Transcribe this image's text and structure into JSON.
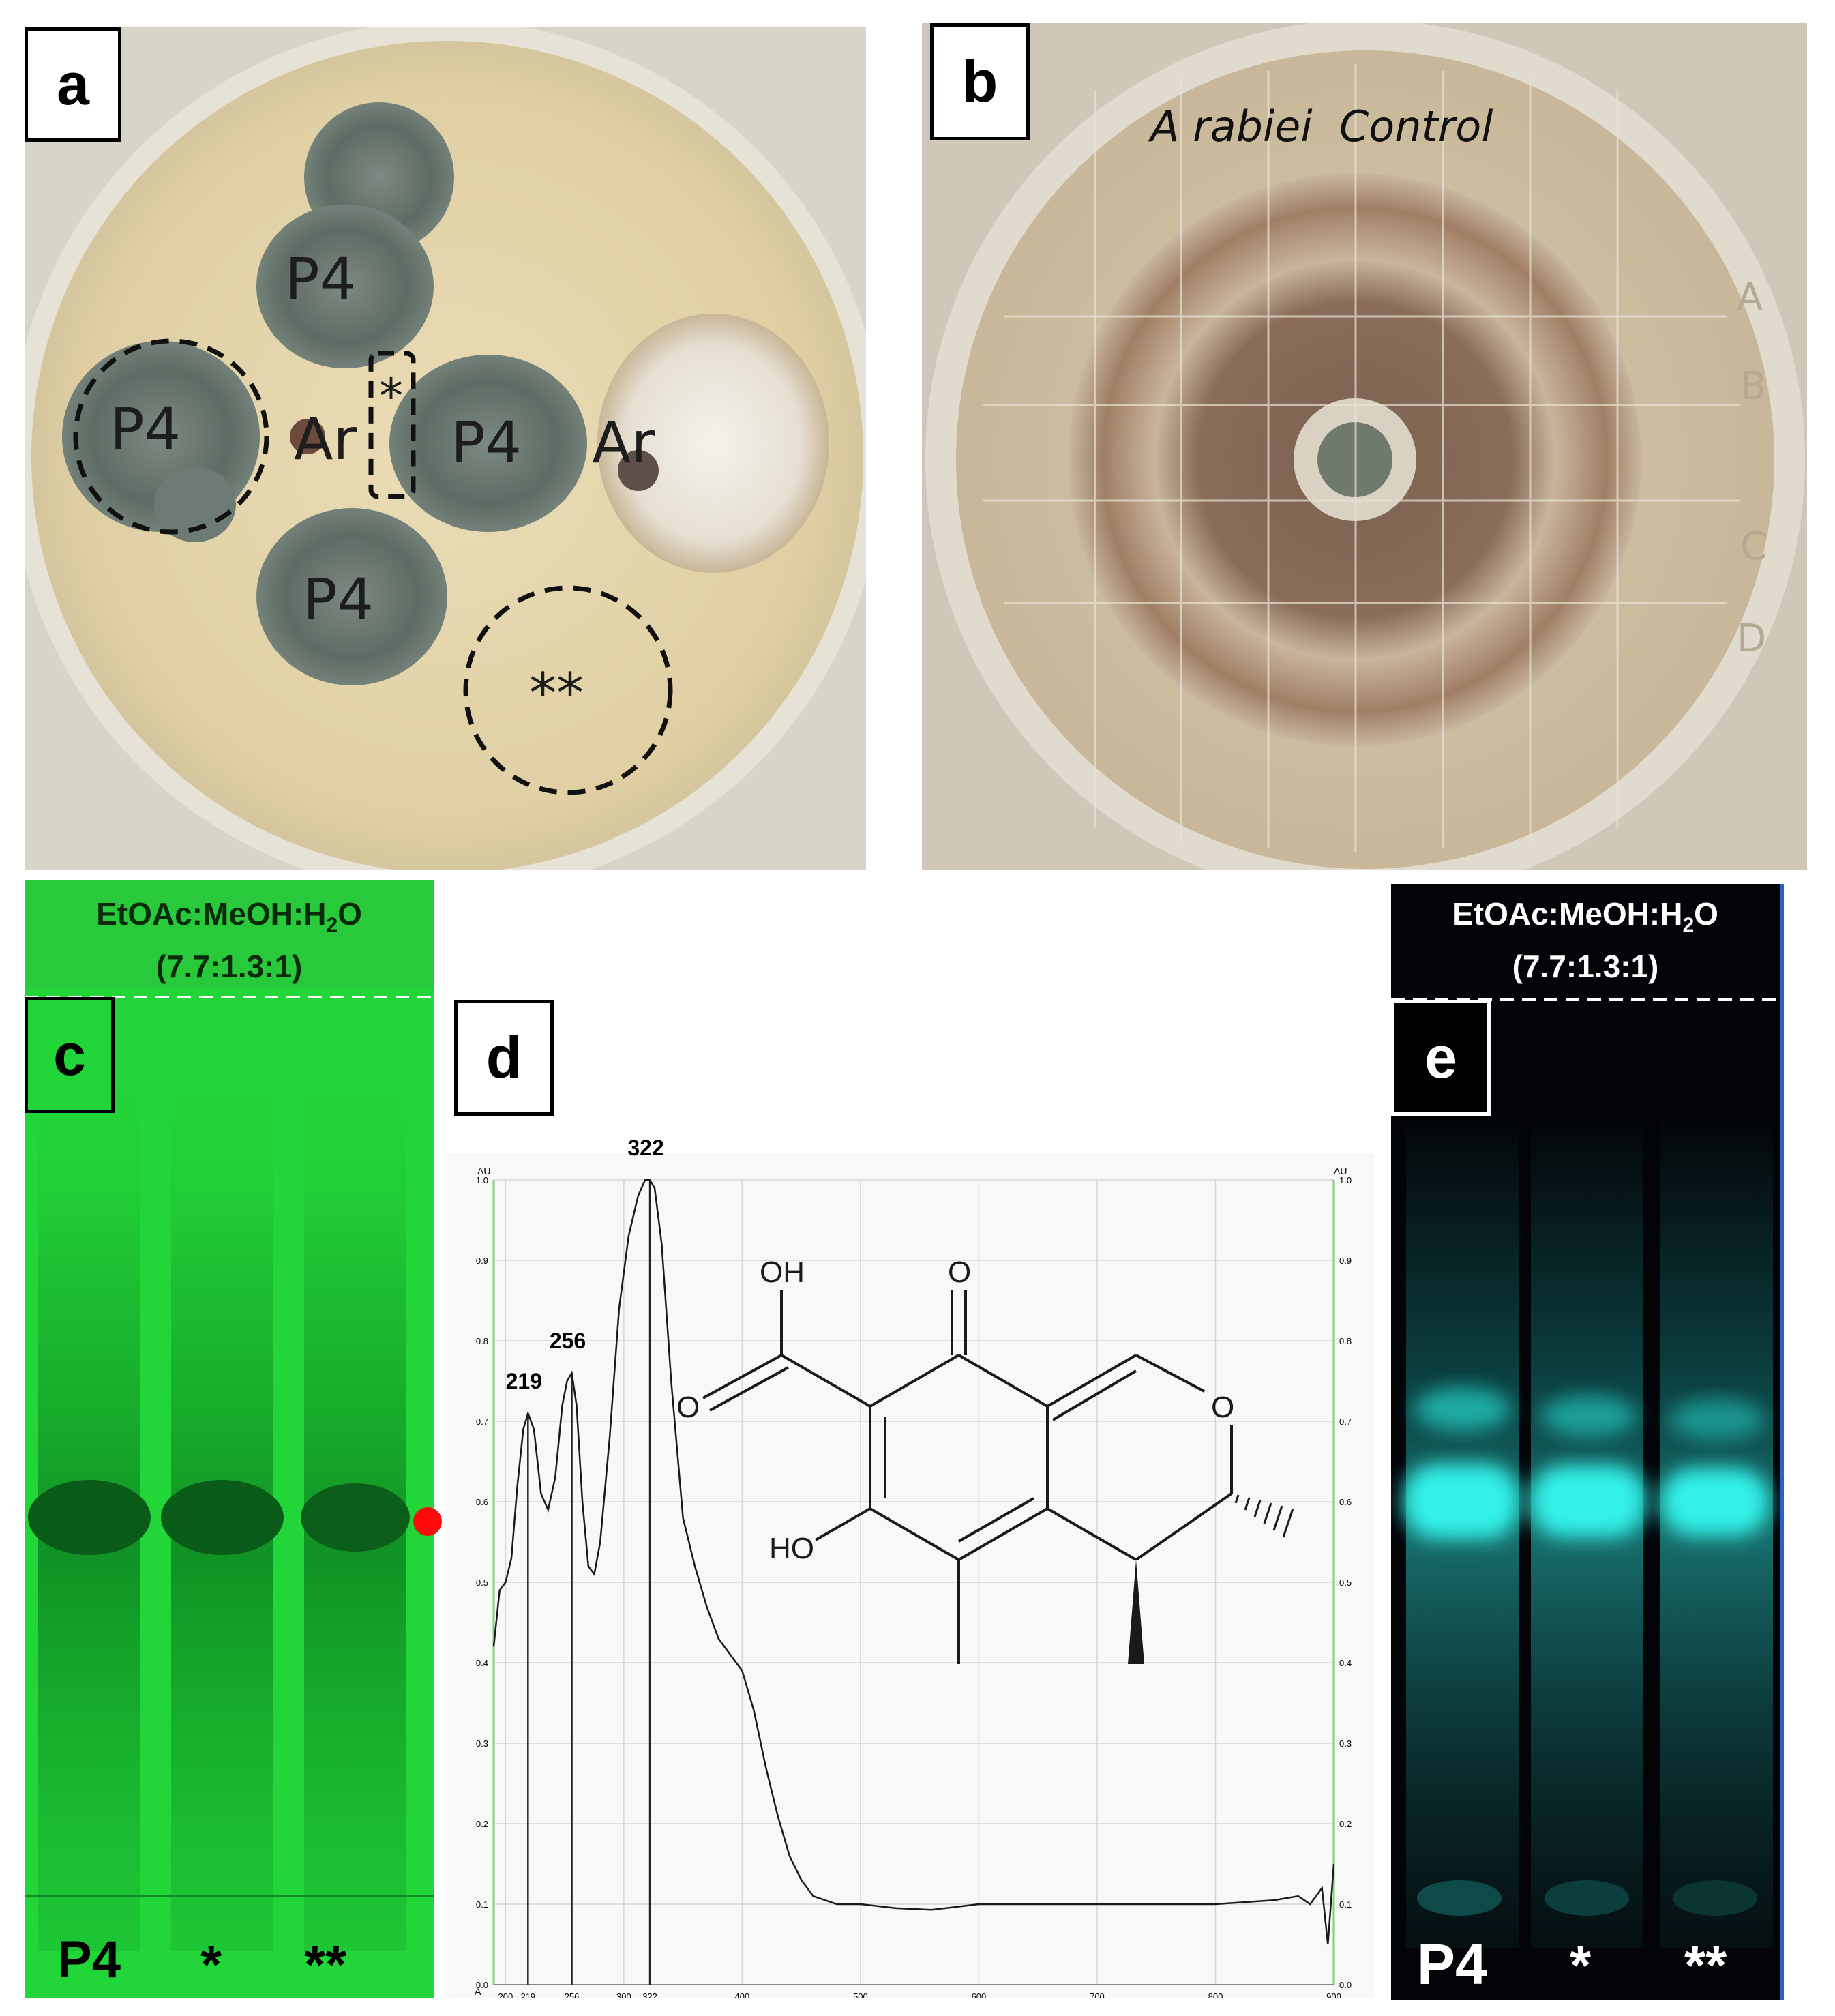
{
  "panels": {
    "a": {
      "letter": "a",
      "labels": {
        "p4_top": "P4",
        "p4_left": "P4",
        "ar_center": "Ar",
        "single_star": "*",
        "p4_middle": "P4",
        "ar_right": "Ar",
        "p4_bottom": "P4",
        "double_star": "**"
      }
    },
    "b": {
      "letter": "b",
      "caption": "A rabiei  Control",
      "grid_letters": [
        "A",
        "B",
        "C",
        "D"
      ]
    },
    "c": {
      "letter": "c",
      "solvent_line1": "EtOAc:MeOH:H",
      "solvent_sub": "2",
      "solvent_line1_end": "O",
      "solvent_line2": "(7.7:1.3:1)",
      "lanes": [
        "P4",
        "*",
        "**"
      ]
    },
    "d": {
      "letter": "d",
      "chart_data": {
        "type": "line",
        "title": "",
        "xlabel": "",
        "ylabel": "AU",
        "ylabel_right": "AU",
        "x_axis_marker": "A",
        "xlim": [
          190,
          900
        ],
        "ylim": [
          0.0,
          1.0
        ],
        "x_ticks": [
          "200",
          "219",
          "256",
          "300",
          "322",
          "400",
          "500",
          "600",
          "700",
          "800",
          "900"
        ],
        "x_tick_values": [
          200,
          219,
          256,
          300,
          322,
          400,
          500,
          600,
          700,
          800,
          900
        ],
        "y_ticks": [
          "0.0",
          "0.1",
          "0.2",
          "0.3",
          "0.4",
          "0.5",
          "0.6",
          "0.7",
          "0.8",
          "0.9",
          "1.0"
        ],
        "grid": true,
        "peak_labels": [
          "219",
          "256",
          "322"
        ],
        "peak_x": [
          219,
          256,
          322
        ],
        "peak_y": [
          0.71,
          0.76,
          1.0
        ],
        "series": [
          {
            "x": [
              190,
              195,
              200,
              205,
              210,
              215,
              219,
              224,
              230,
              236,
              242,
              248,
              252,
              256,
              260,
              265,
              270,
              275,
              280,
              288,
              296,
              304,
              312,
              318,
              322,
              326,
              332,
              340,
              350,
              360,
              370,
              380,
              390,
              400,
              410,
              420,
              430,
              440,
              450,
              460,
              480,
              500,
              530,
              560,
              600,
              650,
              700,
              750,
              800,
              850,
              870,
              880,
              890,
              895,
              900
            ],
            "y": [
              0.42,
              0.49,
              0.5,
              0.53,
              0.62,
              0.69,
              0.71,
              0.69,
              0.61,
              0.59,
              0.63,
              0.72,
              0.75,
              0.76,
              0.72,
              0.6,
              0.52,
              0.51,
              0.55,
              0.68,
              0.84,
              0.93,
              0.98,
              1.0,
              1.0,
              0.99,
              0.92,
              0.75,
              0.58,
              0.52,
              0.47,
              0.43,
              0.41,
              0.39,
              0.34,
              0.27,
              0.21,
              0.16,
              0.13,
              0.11,
              0.1,
              0.1,
              0.095,
              0.093,
              0.1,
              0.1,
              0.1,
              0.1,
              0.1,
              0.105,
              0.11,
              0.1,
              0.12,
              0.05,
              0.15
            ]
          }
        ]
      },
      "structure_labels": {
        "oh_top": "OH",
        "o_top": "O",
        "o_left": "O",
        "o_ring": "O",
        "ho": "HO"
      }
    },
    "e": {
      "letter": "e",
      "solvent_line1": "EtOAc:MeOH:H",
      "solvent_sub": "2",
      "solvent_line1_end": "O",
      "solvent_line2": "(7.7:1.3:1)",
      "lanes": [
        "P4",
        "*",
        "**"
      ]
    }
  },
  "colors": {
    "tlc_green": "#22d538",
    "tlc_band_dark": "#0a5a18",
    "cyan_band": "#33f0e8",
    "plate_agar": "#e6d6b0",
    "fungus_gray": "#5f6e66",
    "red_marker": "#ff0a0a"
  }
}
